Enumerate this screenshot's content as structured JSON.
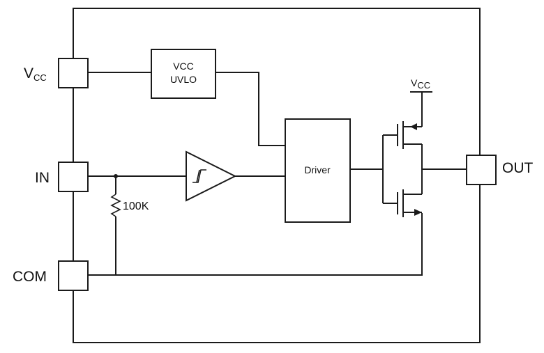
{
  "pins": {
    "vcc": {
      "main": "V",
      "sub": "CC"
    },
    "in": "IN",
    "com": "COM",
    "out": "OUT"
  },
  "blocks": {
    "uvlo_line1": "VCC",
    "uvlo_line2": "UVLO",
    "driver": "Driver"
  },
  "resistor_label": "100K",
  "supply": {
    "main": "V",
    "sub": "CC"
  }
}
